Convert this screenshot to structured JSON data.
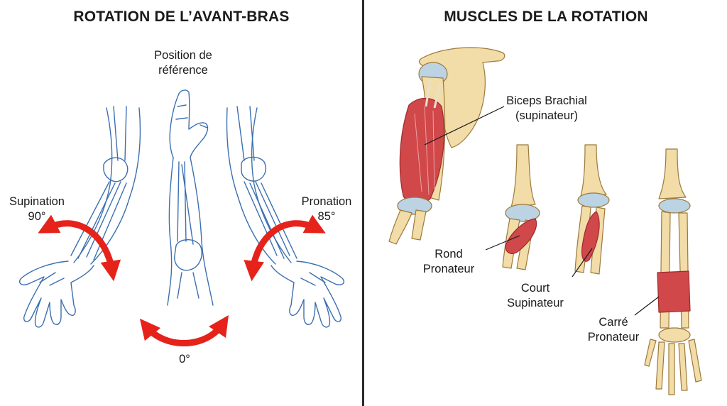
{
  "left": {
    "title": "ROTATION DE L’AVANT-BRAS",
    "reference": {
      "line1": "Position de",
      "line2": "référence"
    },
    "supination": {
      "name": "Supination",
      "angle": "90°"
    },
    "pronation": {
      "name": "Pronation",
      "angle": "85°"
    },
    "zero": "0°"
  },
  "right": {
    "title": "MUSCLES DE LA ROTATION",
    "biceps": {
      "line1": "Biceps Brachial",
      "line2": "(supinateur)"
    },
    "rond": {
      "line1": "Rond",
      "line2": "Pronateur"
    },
    "court": {
      "line1": "Court",
      "line2": "Supinateur"
    },
    "carre": {
      "line1": "Carré",
      "line2": "Pronateur"
    }
  },
  "colors": {
    "outline": "#3b6fb0",
    "arrow": "#e5231b",
    "bone": "#f2dca8",
    "bone_stroke": "#9c7a3c",
    "cartilage": "#bcd3e3",
    "muscle": "#d0484a",
    "muscle_dark": "#9e2b2e"
  }
}
